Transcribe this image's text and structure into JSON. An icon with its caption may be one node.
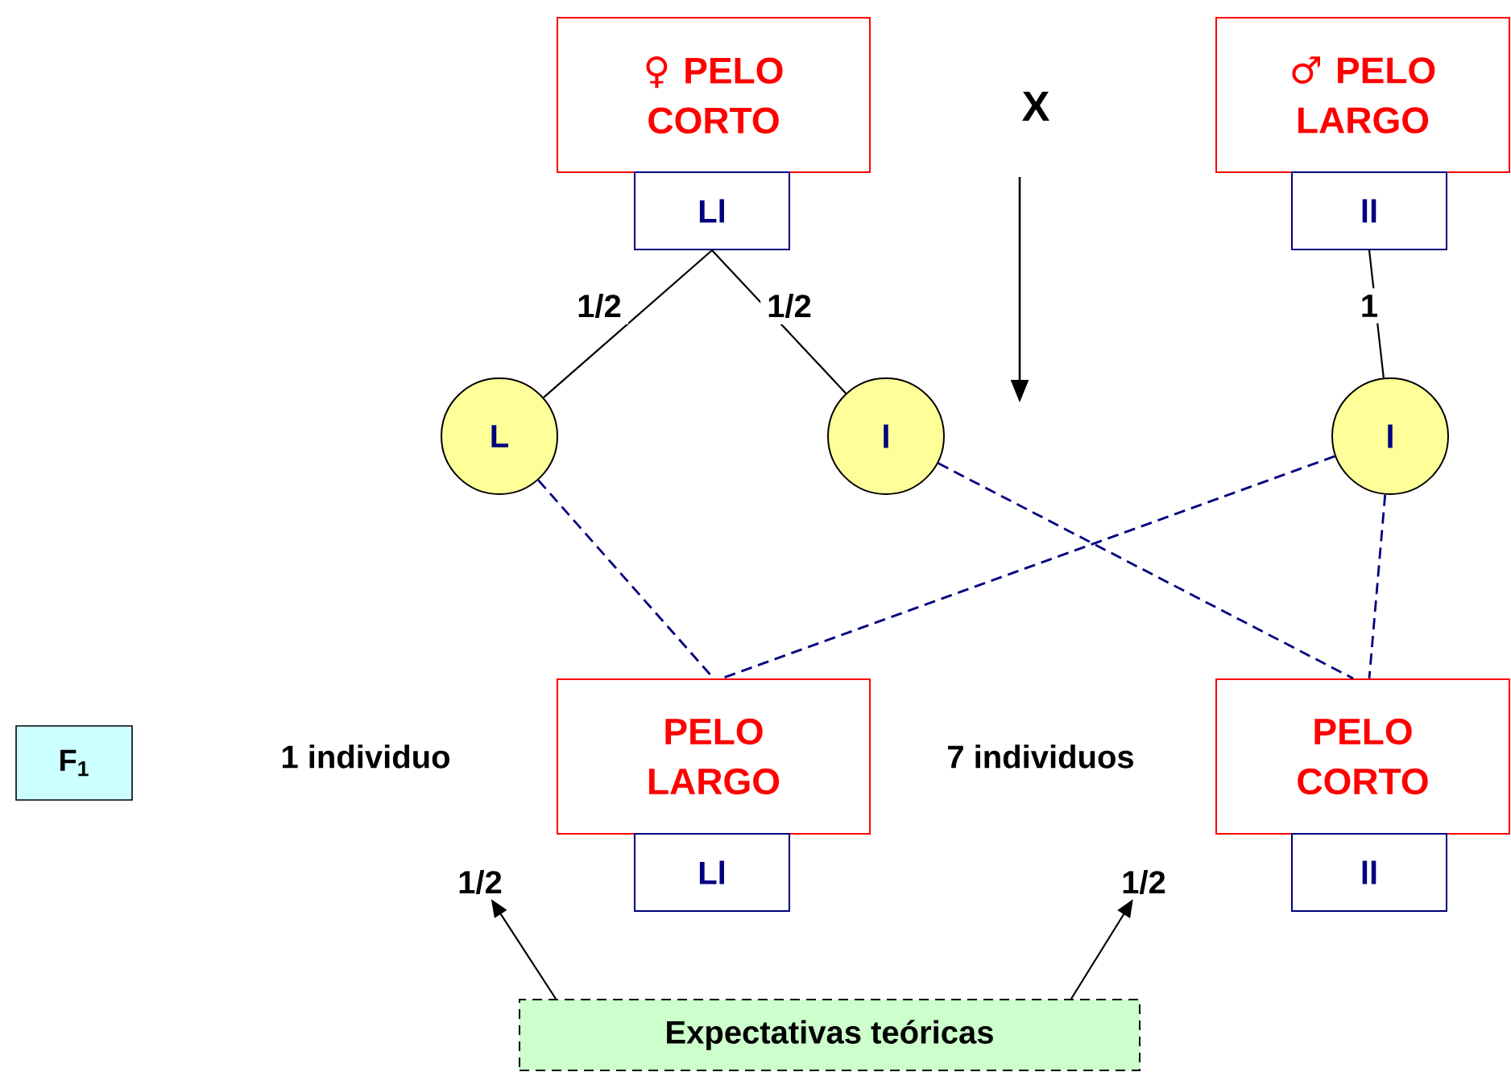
{
  "diagram": {
    "nodes": [
      {
        "text": [
          "♀",
          "PELO CORTO"
        ]
      },
      {
        "text": [
          "Ll"
        ]
      },
      {
        "text": [
          "♂",
          "PELO LARGO"
        ]
      },
      {
        "text": [
          "ll"
        ]
      },
      {
        "text": [
          "L"
        ]
      },
      {
        "text": [
          "l"
        ]
      },
      {
        "text": [
          "l"
        ]
      },
      {
        "text": [
          "PELO LARGO"
        ]
      },
      {
        "text": [
          "Ll"
        ]
      },
      {
        "text": [
          "PELO CORTO"
        ]
      },
      {
        "text": [
          "ll"
        ]
      },
      {
        "text": [
          "F$_{1}$"
        ]
      },
      {
        "text": [
          "Expectativas teóricas"
        ]
      },
      {
        "text": [
          "1/2"
        ]
      },
      {
        "text": [
          "1/2"
        ]
      }
    ],
    "edges": [
      {
        "from": 1,
        "to": 4,
        "arrow": "none",
        "label": "1/2"
      },
      {
        "from": 1,
        "to": 5,
        "arrow": "none",
        "label": "1/2"
      },
      {
        "from": 3,
        "to": 6,
        "arrow": "none",
        "label": "1"
      },
      {
        "from": 4,
        "to": 7,
        "arrow": "none",
        "style": "dashed",
        "color": "#000080"
      },
      {
        "from": 6,
        "to": 7,
        "arrow": "none",
        "style": "dashed",
        "color": "#000080"
      },
      {
        "from": 5,
        "to": 9,
        "arrow": "none",
        "style": "dashed",
        "color": "#000080"
      },
      {
        "from": 6,
        "to": 9,
        "arrow": "none",
        "style": "dashed",
        "color": "#000080"
      },
      {
        "from": 12,
        "to": 13,
        "arrow": "to"
      },
      {
        "from": 12,
        "to": 14,
        "arrow": "to"
      }
    ],
    "labels": [
      "X",
      "1 individuo",
      "7 individuos"
    ]
  }
}
